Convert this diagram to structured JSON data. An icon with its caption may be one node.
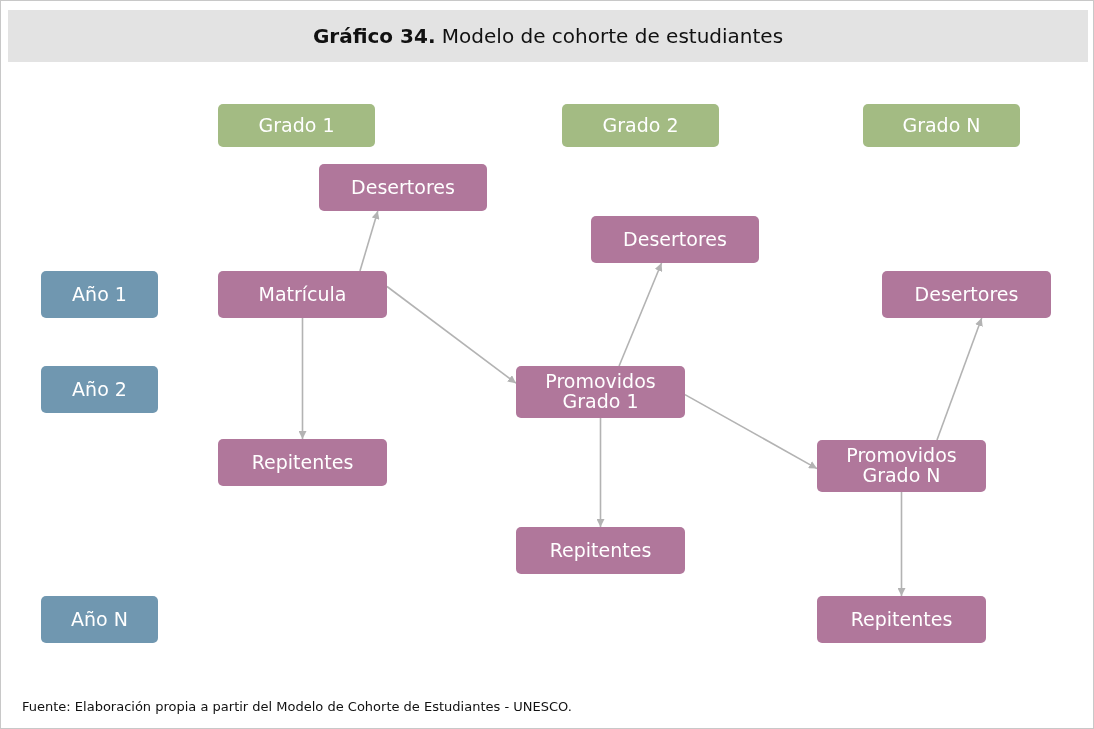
{
  "diagram": {
    "title": "**Gráfico 34.** Modelo de cohorte de estudiantes",
    "caption": "Fuente: Elaboración propia a partir del Modelo de Cohorte de Estudiantes - UNESCO.",
    "nodes": [
      {
        "text": [
          "Grado 1"
        ]
      },
      {
        "text": [
          "Grado 2"
        ]
      },
      {
        "text": [
          "Grado N"
        ]
      },
      {
        "text": [
          "Desertores"
        ]
      },
      {
        "text": [
          "Desertores"
        ]
      },
      {
        "text": [
          "Año 1"
        ]
      },
      {
        "text": [
          "Matrícula"
        ]
      },
      {
        "text": [
          "Desertores"
        ]
      },
      {
        "text": [
          "Año 2"
        ]
      },
      {
        "text": [
          "Promovidos Grado 1"
        ]
      },
      {
        "text": [
          "Repitentes"
        ]
      },
      {
        "text": [
          "Promovidos Grado N"
        ]
      },
      {
        "text": [
          "Repitentes"
        ]
      },
      {
        "text": [
          "Año N"
        ]
      },
      {
        "text": [
          "Repitentes"
        ]
      }
    ],
    "edges": [
      {
        "from": 6,
        "to": 3,
        "arrow": "to"
      },
      {
        "from": 6,
        "to": 10,
        "arrow": "to"
      },
      {
        "from": 6,
        "to": 9,
        "arrow": "to"
      },
      {
        "from": 9,
        "to": 4,
        "arrow": "to"
      },
      {
        "from": 9,
        "to": 11,
        "arrow": "to"
      },
      {
        "from": 9,
        "to": 12,
        "arrow": "to"
      },
      {
        "from": 11,
        "to": 7,
        "arrow": "to"
      },
      {
        "from": 11,
        "to": 14,
        "arrow": "to"
      }
    ]
  }
}
